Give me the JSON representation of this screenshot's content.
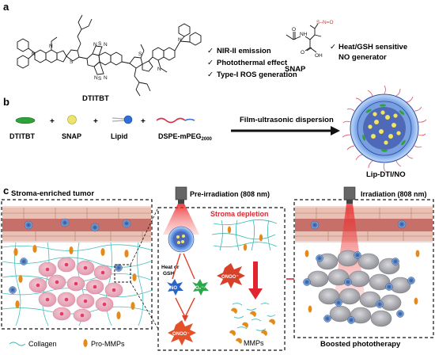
{
  "panel_a": {
    "label": "a",
    "compound1": "DTITBT",
    "features": [
      "NIR-II emission",
      "Photothermal effect",
      "Type-I ROS generation"
    ],
    "check_icon": "check-mark-icon",
    "compound2": "SNAP",
    "snap_desc_line1": "Heat/GSH sensitive",
    "snap_desc_line2": "NO generator",
    "atom_labels": {
      "n": "N",
      "s": "S",
      "o": "O",
      "h": "H",
      "oh": "OH",
      "nh": "NH",
      "s_no": "S–N=O"
    }
  },
  "panel_b": {
    "label": "b",
    "components": [
      {
        "name": "DTITBT",
        "color": "#2fa23a"
      },
      {
        "name": "SNAP",
        "color": "#e8e46a"
      },
      {
        "name": "Lipid",
        "color": "#2f6fd8"
      },
      {
        "name": "DSPE-mPEG",
        "sub": "2000",
        "color": "#d9324a"
      }
    ],
    "plus": "+",
    "process": "Film-ultrasonic  dispersion",
    "product": "Lip-DTI/NO"
  },
  "panel_c": {
    "label": "c",
    "left_title": "Stroma-enriched tumor",
    "legend_collagen": "Collagen",
    "legend_promm": "Pro-MMPs",
    "mid_title": "Pre-irradiation (808 nm)",
    "stroma_depletion": "Stroma depletion",
    "heat_gsh_line1": "Heat or",
    "heat_gsh_line2": "GSH",
    "no_label": "NO",
    "o2_label": "O₂⁻·",
    "onoo_label": "ONOO⁻",
    "mmps_label": "MMPs",
    "right_title": "Irradiation (808 nm)",
    "boosted": "Boosted phototherapy"
  }
}
